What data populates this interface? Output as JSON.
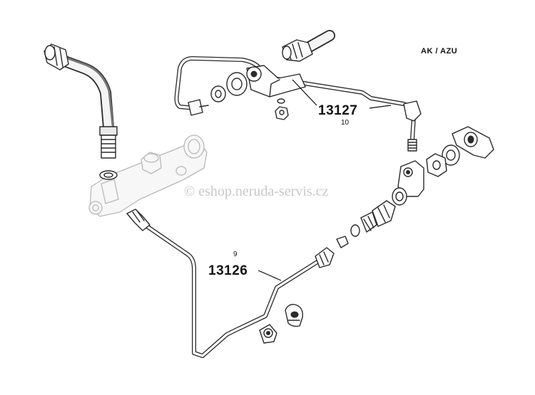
{
  "diagram": {
    "model_label": "AK / AZU",
    "watermark": "© eshop.neruda-servis.cz",
    "callouts": [
      {
        "part_number": "13127",
        "position_number": "10"
      },
      {
        "part_number": "13126",
        "position_number": "9"
      }
    ]
  }
}
